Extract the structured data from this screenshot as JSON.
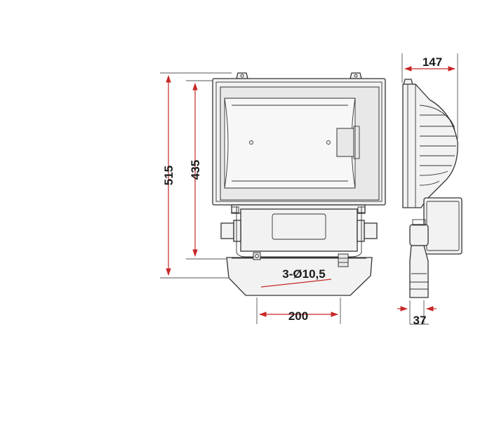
{
  "dimensions": {
    "overall_height": "515",
    "housing_height": "435",
    "depth": "147",
    "bracket_depth": "37",
    "hole_spacing": "200",
    "holes": "3-Ø10,5"
  },
  "colors": {
    "dimension_line": "#c62828",
    "outline": "#333333",
    "text": "#1a1a1a"
  }
}
